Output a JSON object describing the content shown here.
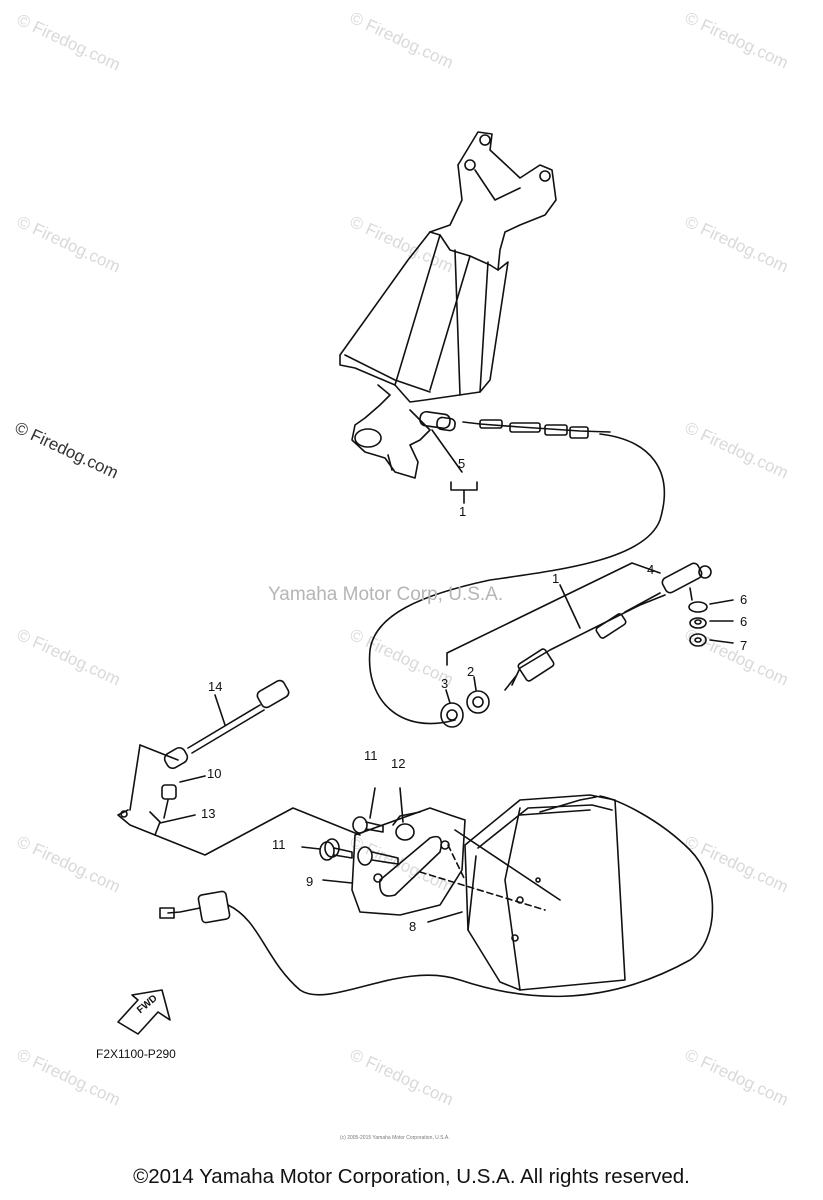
{
  "watermark": {
    "text": "© Firedog.com",
    "center_text": "Yamaha Motor Corp, U.S.A."
  },
  "diagram": {
    "drawing_code": "F2X1100-P290",
    "fwd_label": "FWD",
    "fine_print": "(c) 2005-2015 Yamaha Motor Corporation, U.S.A.",
    "callouts": [
      {
        "id": "c5",
        "text": "5"
      },
      {
        "id": "c1a",
        "text": "1"
      },
      {
        "id": "c1b",
        "text": "1"
      },
      {
        "id": "c4",
        "text": "4"
      },
      {
        "id": "c6a",
        "text": "6"
      },
      {
        "id": "c6b",
        "text": "6"
      },
      {
        "id": "c7",
        "text": "7"
      },
      {
        "id": "c2",
        "text": "2"
      },
      {
        "id": "c3",
        "text": "3"
      },
      {
        "id": "c14",
        "text": "14"
      },
      {
        "id": "c10",
        "text": "10"
      },
      {
        "id": "c13",
        "text": "13"
      },
      {
        "id": "c11a",
        "text": "11"
      },
      {
        "id": "c12",
        "text": "12"
      },
      {
        "id": "c11b",
        "text": "11"
      },
      {
        "id": "c9",
        "text": "9"
      },
      {
        "id": "c8",
        "text": "8"
      }
    ]
  },
  "footer": {
    "copyright": "©2014 Yamaha Motor Corporation, U.S.A. All rights reserved."
  }
}
